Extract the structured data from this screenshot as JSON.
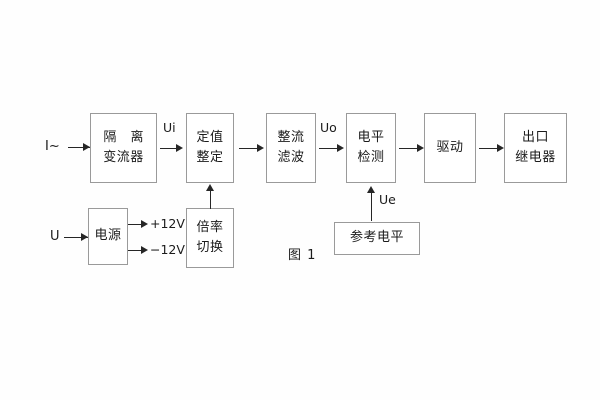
{
  "figure": {
    "caption": "图 1",
    "blocks": [
      {
        "id": "isolation-ct",
        "lines": [
          "隔 离",
          "变流器"
        ]
      },
      {
        "id": "setting",
        "lines": [
          "定值",
          "整定"
        ]
      },
      {
        "id": "rectify-filter",
        "lines": [
          "整流",
          "滤波"
        ]
      },
      {
        "id": "level-detect",
        "lines": [
          "电平",
          "检测"
        ]
      },
      {
        "id": "drive",
        "lines": [
          "驱动"
        ]
      },
      {
        "id": "output-relay",
        "lines": [
          "出口",
          "继电器"
        ]
      },
      {
        "id": "power-supply",
        "lines": [
          "电源"
        ]
      },
      {
        "id": "ratio-switch",
        "lines": [
          "倍率",
          "切换"
        ]
      },
      {
        "id": "reference-level",
        "lines": [
          "参考电平"
        ]
      }
    ],
    "signals": {
      "current_input": "I~",
      "voltage_input": "U",
      "ui": "Ui",
      "uo": "Uo",
      "ue": "Ue",
      "rail_pos": "+12V",
      "rail_neg": "−12V"
    },
    "colors": {
      "box_stroke": "#9a9a9a",
      "line": "#262626",
      "text": "#1b1b1b",
      "background": "#fefefe"
    }
  }
}
